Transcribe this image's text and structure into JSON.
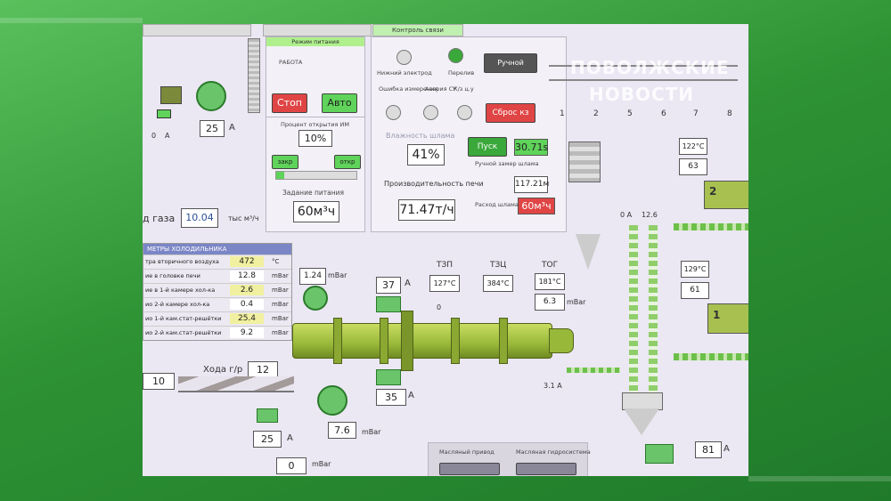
{
  "tabs": [
    "Контроль связи"
  ],
  "feed_mode": {
    "title": "Режим питания",
    "status": "РАБОТА",
    "stop_label": "Стоп",
    "auto_label": "Авто",
    "opening_label": "Процент открытия ИМ",
    "opening_value": "10%",
    "close_label": "закр",
    "open_label": "откр",
    "setpoint_label": "Задание питания",
    "setpoint_value": "60м³ч"
  },
  "controls": {
    "lower_electrode": "Нижний электрод",
    "overflow": "Перелив",
    "manual_label": "Ручной",
    "meas_error": "Ошибка измерения",
    "su_alarm": "Авария СУ",
    "ks_label": "К/з ц.у",
    "reset_label": "Сброс кз",
    "humidity_label": "Влажность шлама",
    "humidity_value": "41%",
    "productivity_label": "Производительность печи",
    "productivity_value": "71.47т/ч",
    "start_label": "Пуск",
    "timer_value": "30.71s",
    "manual_measure_label": "Ручной замер шлама",
    "manual_measure_value": "117.21м",
    "flow_label": "Расход шлама (питание)",
    "flow_value": "60м³ч"
  },
  "left_top": {
    "amp_value": "25",
    "amp_unit": "А",
    "zero_a": "0",
    "gas_label": "д газа",
    "gas_value": "10.04",
    "gas_unit": "тыс м³/ч"
  },
  "cooler_table": {
    "title": "МЕТРЫ ХОЛОДИЛЬНИКА",
    "rows": [
      {
        "label": "тра вторичного воздуха",
        "value": "472",
        "unit": "°С"
      },
      {
        "label": "ие в головке печи",
        "value": "12.8",
        "unit": "mBar"
      },
      {
        "label": "ие в 1-й камере хол-ка",
        "value": "2.6",
        "unit": "mBar"
      },
      {
        "label": "ио 2-й камере хол-ка",
        "value": "0.4",
        "unit": "mBar"
      },
      {
        "label": "ио 1-й кам.стат-решётки",
        "value": "25.4",
        "unit": "mBar"
      },
      {
        "label": "ио 2-й кам.стат-решётки",
        "value": "9.2",
        "unit": "mBar"
      }
    ]
  },
  "kiln": {
    "fan_pressure": "1.24",
    "fan_unit": "mBar",
    "motor_amp": "37",
    "amp_unit": "А",
    "tzp_label": "ТЗП",
    "tzp_value": "127°С",
    "tzc_label": "ТЗЦ",
    "tzc_value": "384°С",
    "tog_label": "ТОГ",
    "tog_value": "181°С",
    "tog_pressure": "6.3",
    "tog_unit": "mBar",
    "zero_a": "0",
    "aux_amp": "35",
    "stroke_label": "Хода г/р",
    "stroke_value": "12",
    "grate_value": "10",
    "blower_pressure": "7.6",
    "blower_unit": "mBar",
    "bottom_amp": "25",
    "bottom_zero": "0",
    "bottom_zero_unit": "mBar",
    "screw_amp": "3.1 А"
  },
  "right": {
    "filter_labels": [
      "1",
      "2",
      "5",
      "6",
      "7",
      "8"
    ],
    "precip_amp_left": "0 А",
    "precip_amp_right": "12.6",
    "temp1": "122°С",
    "val1": "63",
    "filter2": "2",
    "temp2": "129°С",
    "val2": "61",
    "filter1": "1",
    "bottom_amp": "81",
    "bottom_unit": "А"
  },
  "bottom_panel": {
    "btn1": "Масляный привод",
    "btn2": "Масляная гидросистема"
  },
  "logo": {
    "line1": "ПОВОЛЖСКИЕ",
    "line2": "НОВОСТИ"
  },
  "colors": {
    "accent_green": "#2e9a3b",
    "stop_red": "#e04545",
    "auto_green": "#5fd35a",
    "kiln": "#98b83a"
  }
}
